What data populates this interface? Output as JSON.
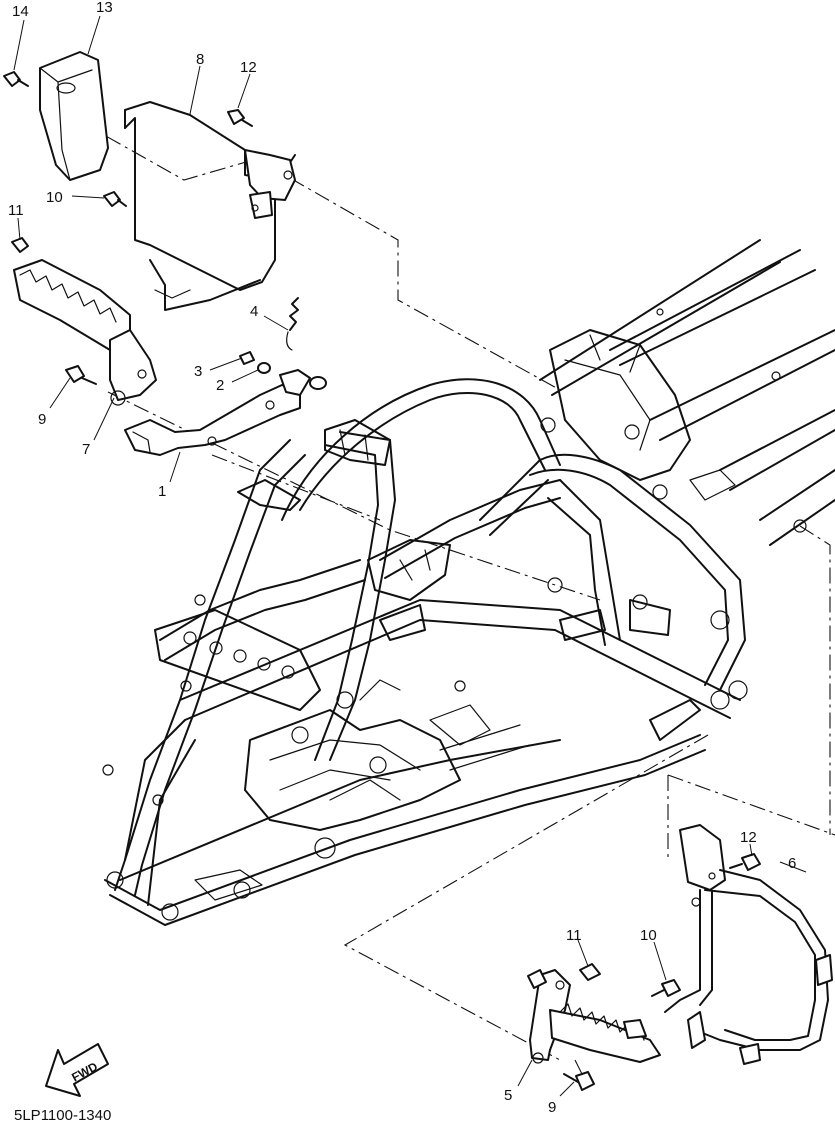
{
  "diagram_code": "5LP1100-1340",
  "direction_label": "FWD",
  "callouts": {
    "c1": "1",
    "c2": "2",
    "c3": "3",
    "c4": "4",
    "c5": "5",
    "c6": "6",
    "c7": "7",
    "c8": "8",
    "c9a": "9",
    "c9b": "9",
    "c10a": "10",
    "c10b": "10",
    "c11a": "11",
    "c11b": "11",
    "c12a": "12",
    "c12b": "12",
    "c13": "13",
    "c14": "14"
  }
}
